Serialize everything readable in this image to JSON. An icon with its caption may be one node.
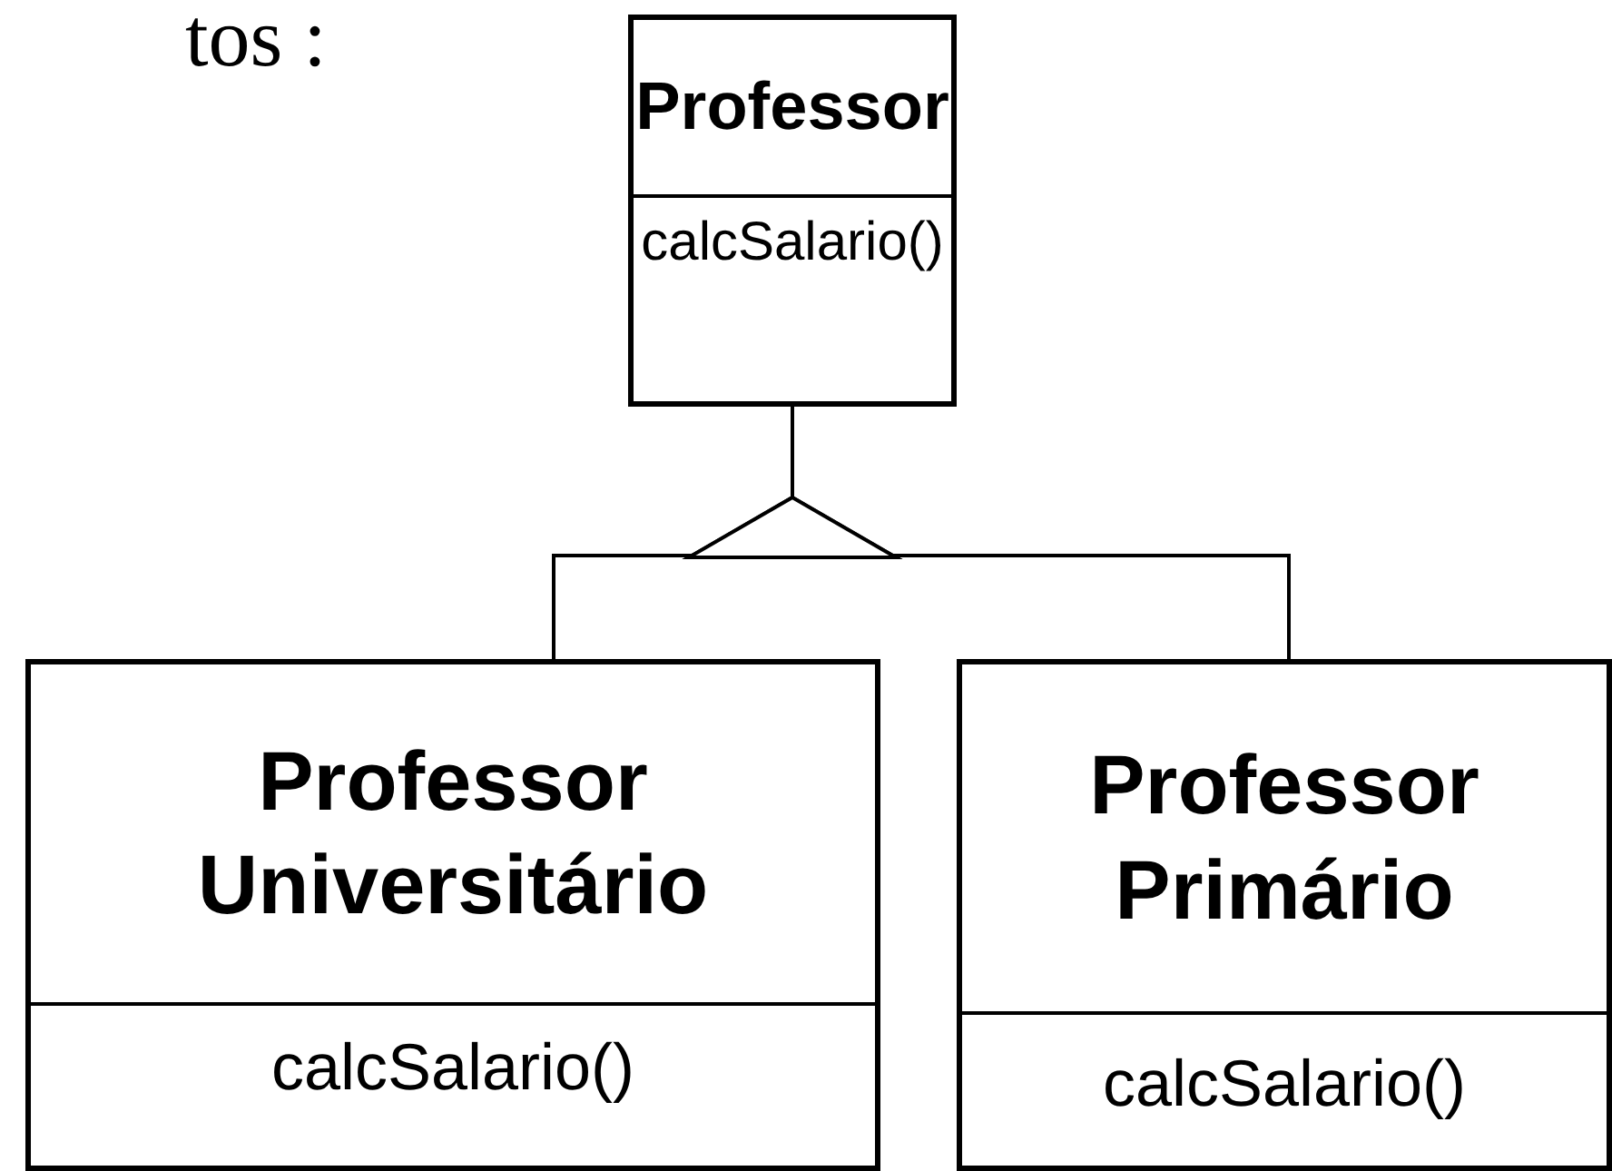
{
  "diagram": {
    "nodes": [
      {
        "text": [
          "Professor",
          "calcSalario()"
        ]
      },
      {
        "text": [
          "Professor Universitário",
          "calcSalario()"
        ]
      },
      {
        "text": [
          "Professor Primário",
          "calcSalario()"
        ]
      }
    ],
    "edges": [
      {
        "from": 1,
        "to": 0,
        "arrow": "to"
      },
      {
        "from": 2,
        "to": 0,
        "arrow": "to"
      }
    ],
    "labels": [
      "tos :"
    ]
  }
}
